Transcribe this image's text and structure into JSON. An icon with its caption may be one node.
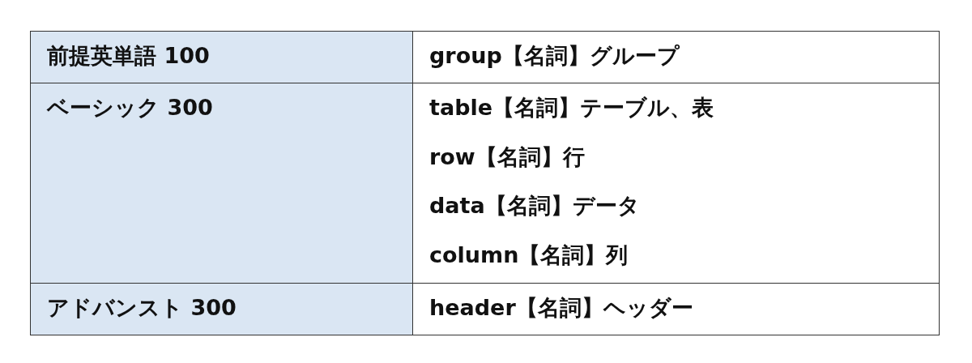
{
  "diagram": {
    "labels": [
      "前提英単語 100",
      "group【名詞】グループ",
      "ベーシック 300",
      "table【名詞】テーブル、表",
      "row【名詞】行",
      "data【名詞】データ",
      "column【名詞】列",
      "アドバンスト 300",
      "header【名詞】ヘッダー"
    ]
  }
}
